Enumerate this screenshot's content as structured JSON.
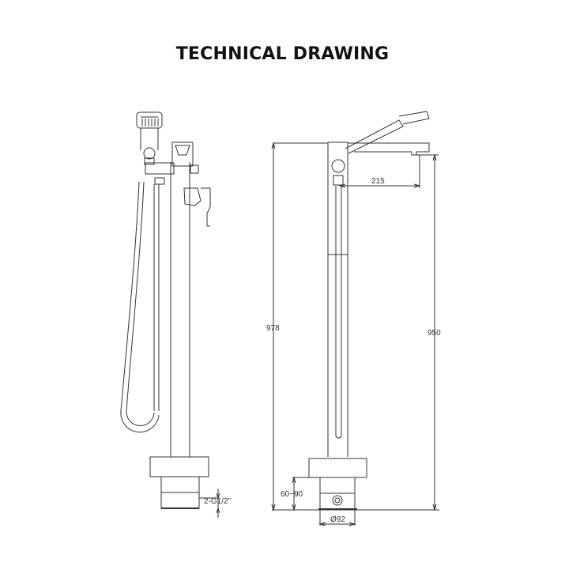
{
  "title": "TECHNICAL DRAWING",
  "front_view": {
    "labels": {
      "thread": "2-G1/2\""
    }
  },
  "side_view": {
    "labels": {
      "total_height": "978",
      "spout_height": "950",
      "spout_reach": "215",
      "base_range": "60~90",
      "base_diameter": "Ø92"
    }
  },
  "colors": {
    "line": "#333333",
    "background": "#ffffff"
  }
}
